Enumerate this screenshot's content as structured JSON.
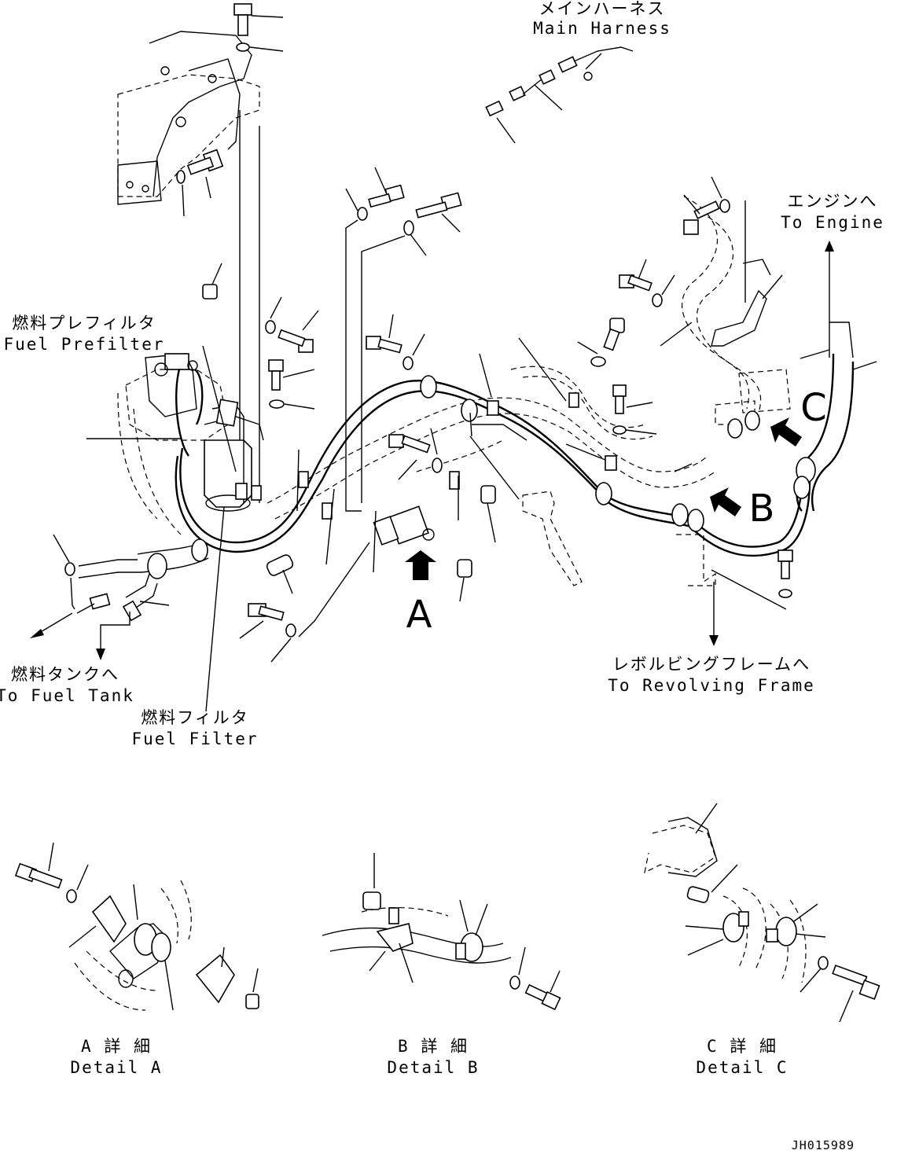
{
  "labels": {
    "main_harness_jp": "メインハーネス",
    "main_harness_en": "Main Harness",
    "to_engine_jp": "エンジンへ",
    "to_engine_en": "To Engine",
    "fuel_prefilter_jp": "燃料プレフィルタ",
    "fuel_prefilter_en": "Fuel Prefilter",
    "to_fuel_tank_jp": "燃料タンクへ",
    "to_fuel_tank_en": "To Fuel Tank",
    "fuel_filter_jp": "燃料フィルタ",
    "fuel_filter_en": "Fuel Filter",
    "to_revolving_frame_jp": "レボルビングフレームへ",
    "to_revolving_frame_en": "To Revolving Frame"
  },
  "markers": {
    "a": "A",
    "b": "B",
    "c": "C"
  },
  "details": {
    "a_jp": "A 詳 細",
    "a_en": "Detail A",
    "b_jp": "B 詳 細",
    "b_en": "Detail B",
    "c_jp": "C 詳 細",
    "c_en": "Detail C"
  },
  "drawing_code": "JH015989"
}
